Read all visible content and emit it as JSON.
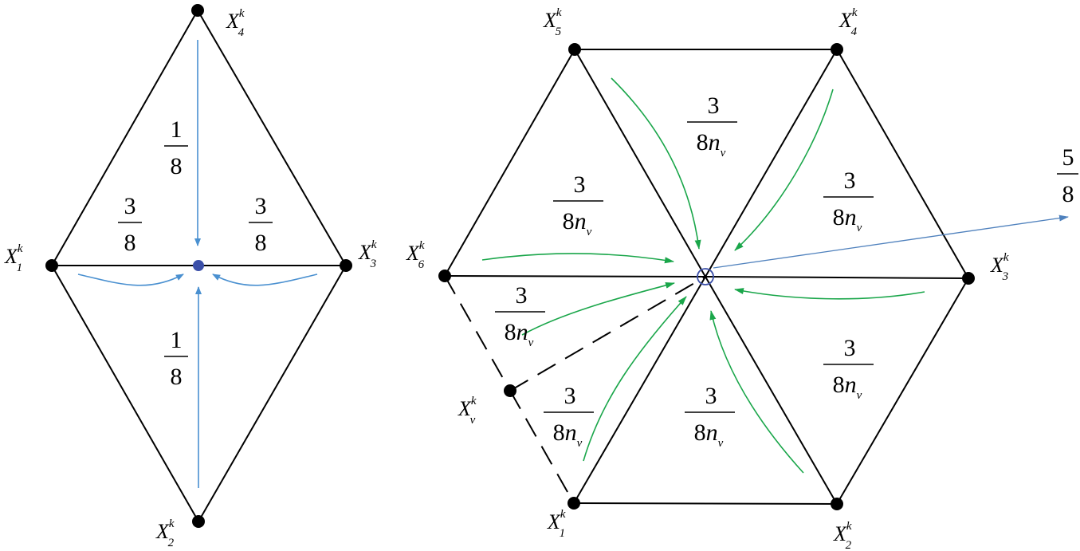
{
  "left_diagram": {
    "vertices": {
      "x1": {
        "base": "X",
        "sub": "1",
        "sup": "k"
      },
      "x2": {
        "base": "X",
        "sub": "2",
        "sup": "k"
      },
      "x3": {
        "base": "X",
        "sub": "3",
        "sup": "k"
      },
      "x4": {
        "base": "X",
        "sub": "4",
        "sup": "k"
      }
    },
    "weights": {
      "top": {
        "num": "1",
        "den": "8"
      },
      "bottom": {
        "num": "1",
        "den": "8"
      },
      "left": {
        "num": "3",
        "den": "8"
      },
      "right": {
        "num": "3",
        "den": "8"
      }
    }
  },
  "right_diagram": {
    "vertices": {
      "x1": {
        "base": "X",
        "sub": "1",
        "sup": "k"
      },
      "x2": {
        "base": "X",
        "sub": "2",
        "sup": "k"
      },
      "x3": {
        "base": "X",
        "sub": "3",
        "sup": "k"
      },
      "x4": {
        "base": "X",
        "sub": "4",
        "sup": "k"
      },
      "x5": {
        "base": "X",
        "sub": "5",
        "sup": "k"
      },
      "x6": {
        "base": "X",
        "sub": "6",
        "sup": "k"
      },
      "xv": {
        "base": "X",
        "sub": "v",
        "sup": "k"
      }
    },
    "weight": {
      "num": "3",
      "den_coef": "8",
      "den_var": "n",
      "den_sub": "v"
    },
    "center_weight": {
      "num": "5",
      "den": "8"
    }
  },
  "colors": {
    "edge": "#000000",
    "blue_arrow": "#4a90d0",
    "center_point": "#3b4fa8",
    "green_arrow": "#1aa64a"
  }
}
